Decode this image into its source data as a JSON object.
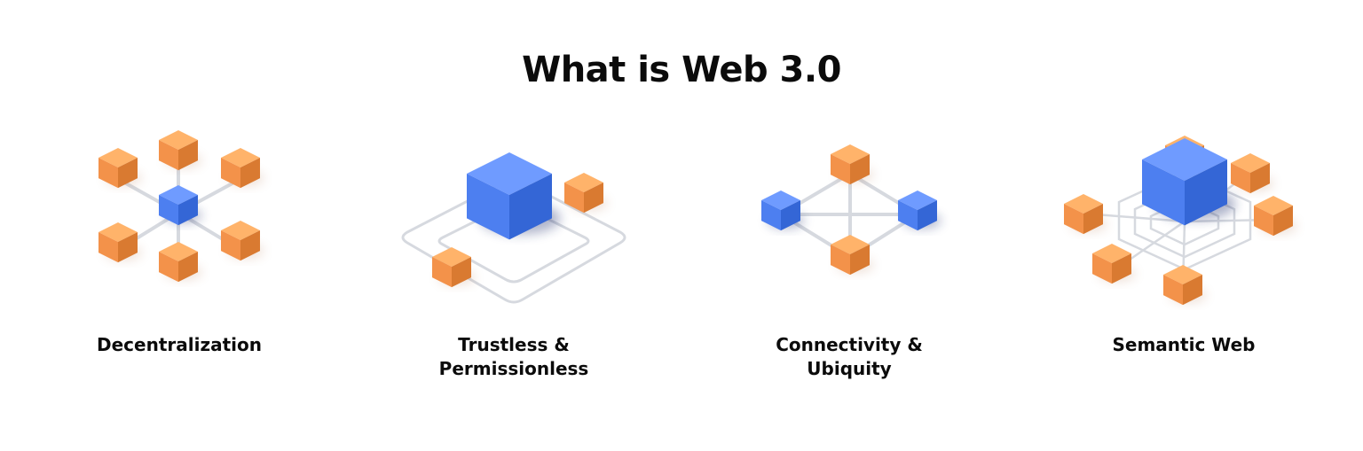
{
  "title": "What is Web 3.0",
  "colors": {
    "blue_top": "#6f9bff",
    "blue_left": "#4d7ff0",
    "blue_right": "#3466d6",
    "orange_top": "#ffb36a",
    "orange_left": "#f3924a",
    "orange_right": "#d97a31",
    "line": "#d6d9df",
    "background": "#ffffff"
  },
  "items": [
    {
      "label": "Decentralization",
      "icon": "decentralization-network-icon"
    },
    {
      "label": "Trustless &\nPermissionless",
      "icon": "trustless-cube-icon"
    },
    {
      "label": "Connectivity &\nUbiquity",
      "icon": "connectivity-graph-icon"
    },
    {
      "label": "Semantic Web",
      "icon": "semantic-web-icon"
    }
  ]
}
